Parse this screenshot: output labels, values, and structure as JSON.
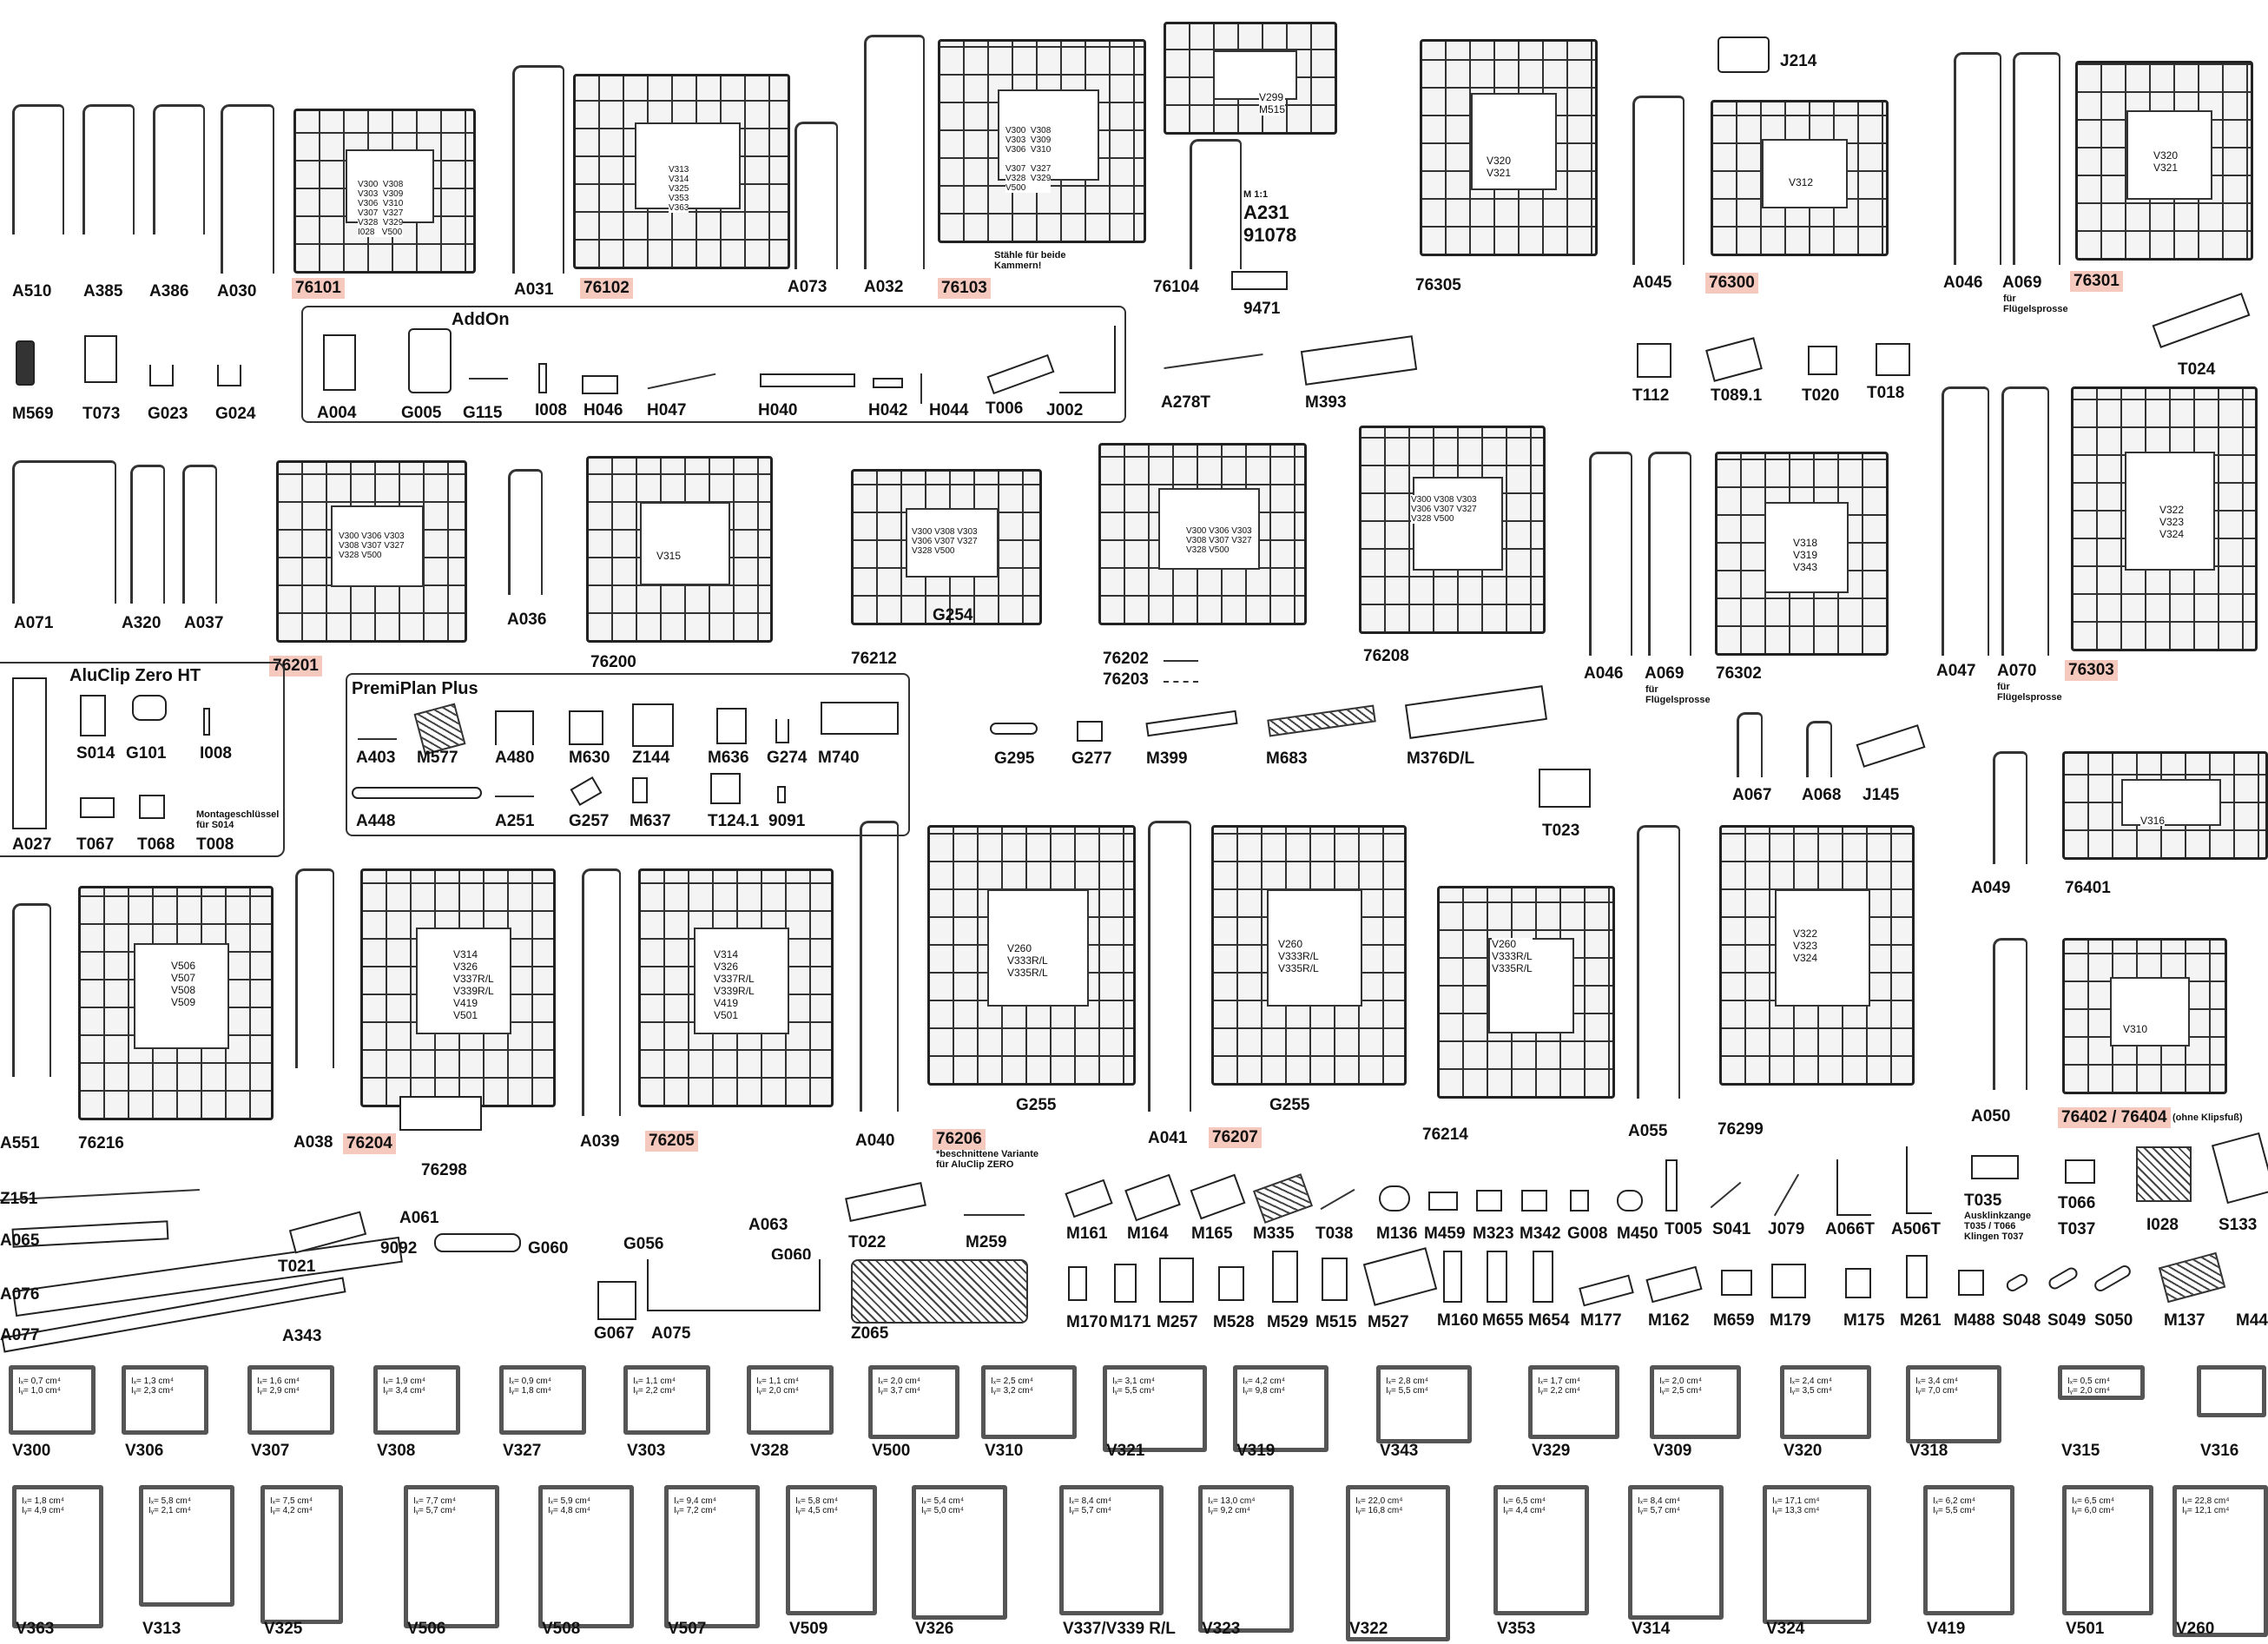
{
  "top_row": {
    "labels": [
      "A510",
      "A385",
      "A386",
      "A030",
      "76101",
      "A031",
      "76102",
      "A073",
      "A032",
      "76103",
      "76104",
      "76305",
      "A045",
      "76300",
      "A046",
      "A069",
      "76301",
      "J214",
      "9471"
    ],
    "notes": {
      "n76103": "Stähle für beide\nKammern!",
      "a231": "A231\n91078",
      "m1": "M 1:1",
      "fur1": "für\nFlügelsprosse"
    },
    "steel_refs": {
      "p76101": "V300  V308\nV303  V309\nV306  V310\nV307  V327\nV328  V329\nI028   V500",
      "p76102": "V313\nV314\nV325\nV353\nV363",
      "p76103": "V300  V308\nV303  V309\nV306  V310\n\nV307  V327\nV328  V329\nV500",
      "p76104": "V299\nM515",
      "p76305": "V320\nV321",
      "p76300": "V312",
      "p76301": "V320\nV321"
    }
  },
  "addon": {
    "title": "AddOn",
    "labels": [
      "A004",
      "G005",
      "G115",
      "I008",
      "H046",
      "H047",
      "H040",
      "H042",
      "H044",
      "T006",
      "J002"
    ]
  },
  "row2_misc": [
    "M569",
    "T073",
    "G023",
    "G024",
    "A278T",
    "M393",
    "T112",
    "T089.1",
    "T020",
    "T018",
    "T024"
  ],
  "row3": {
    "labels": [
      "A071",
      "A320",
      "A037",
      "76201",
      "A036",
      "76200",
      "76212",
      "G254",
      "76202",
      "76203",
      "76208",
      "A046",
      "A069",
      "76302",
      "A047",
      "A070",
      "76303"
    ],
    "notes": {
      "fur2": "für\nFlügelsprosse",
      "fur3": "für\nFlügelsprosse"
    },
    "steel_refs": {
      "p76201": "V300 V306 V303\nV308 V307 V327\nV328 V500",
      "p76200": "V315",
      "p76212": "V300 V308 V303\nV306 V307 V327\nV328 V500",
      "p76202": "V300 V306 V303\nV308 V307 V327\nV328 V500",
      "p76208": "V300 V308 V303\nV306 V307 V327\nV328 V500",
      "p76302": "V318\nV319\nV343",
      "p76303": "V322\nV323\nV324"
    }
  },
  "aluclip": {
    "title": "AluClip Zero HT",
    "labels": [
      "S014",
      "G101",
      "I008",
      "A027",
      "T067",
      "T068",
      "T008"
    ],
    "note": "Montageschlüssel\nfür S014"
  },
  "premiplan": {
    "title": "PremiPlan Plus",
    "labels": [
      "A403",
      "M577",
      "A480",
      "M630",
      "Z144",
      "M636",
      "G274",
      "M740",
      "A448",
      "A251",
      "G257",
      "M637",
      "T124.1",
      "9091"
    ]
  },
  "row4_misc": [
    "G295",
    "G277",
    "M399",
    "M683",
    "M376D/L",
    "T023",
    "A067",
    "A068",
    "J145"
  ],
  "row5": {
    "labels": [
      "A551",
      "76216",
      "A038",
      "76204",
      "76298",
      "A039",
      "76205",
      "A040",
      "76206",
      "A041",
      "76207",
      "G255",
      "G255",
      "76214",
      "A055",
      "76299",
      "A049",
      "76401",
      "A050",
      "76402 / 76404"
    ],
    "notes": {
      "n76206": "*beschnittene Variante\nfür AluClip ZERO",
      "n76404": "(ohne Klipsfuß)"
    },
    "steel_refs": {
      "p76216": "V506\nV507\nV508\nV509",
      "p76204": "V314\nV326\nV337R/L\nV339R/L\nV419\nV501",
      "p76205": "V314\nV326\nV337R/L\nV339R/L\nV419\nV501",
      "p76206": "V260\nV333R/L\nV335R/L",
      "p76207": "V260\nV333R/L\nV335R/L",
      "p76214": "V260\nV333R/L\nV335R/L",
      "p76299": "V322\nV323\nV324",
      "p76401": "V316",
      "p76402": "V310"
    }
  },
  "row6": {
    "labels": [
      "Z151",
      "A065",
      "A076",
      "A077",
      "T021",
      "A061",
      "9092",
      "G060",
      "A343",
      "G056",
      "A063",
      "G060",
      "G067",
      "A075",
      "T022",
      "M259",
      "Z065",
      "M161",
      "M164",
      "M165",
      "M335",
      "T038",
      "M136",
      "M459",
      "M323",
      "M342",
      "G008",
      "M450",
      "T005",
      "S041",
      "J079",
      "A066T",
      "A506T",
      "T035",
      "T066",
      "T037",
      "I028",
      "S133",
      "M170",
      "M171",
      "M257",
      "M528",
      "M529",
      "M515",
      "M527",
      "M160",
      "M655",
      "M654",
      "M177",
      "M162",
      "M659",
      "M179",
      "M175",
      "M261",
      "M488",
      "S048",
      "S049",
      "S050",
      "M137",
      "M44"
    ],
    "notes": {
      "t035": "Ausklinkzange\nT035 / T066\nKlingen T037"
    }
  },
  "steels_row1": [
    {
      "label": "V300",
      "vals": "Iₓ= 0,7 cm⁴\nIᵧ= 1,0 cm⁴"
    },
    {
      "label": "V306",
      "vals": "Iₓ= 1,3 cm⁴\nIᵧ= 2,3 cm⁴"
    },
    {
      "label": "V307",
      "vals": "Iₓ= 1,6 cm⁴\nIᵧ= 2,9 cm⁴"
    },
    {
      "label": "V308",
      "vals": "Iₓ= 1,9 cm⁴\nIᵧ= 3,4 cm⁴"
    },
    {
      "label": "V327",
      "vals": "Iₓ= 0,9 cm⁴\nIᵧ= 1,8 cm⁴"
    },
    {
      "label": "V303",
      "vals": "Iₓ= 1,1 cm⁴\nIᵧ= 2,2 cm⁴"
    },
    {
      "label": "V328",
      "vals": "Iₓ= 1,1 cm⁴\nIᵧ= 2,0 cm⁴"
    },
    {
      "label": "V500",
      "vals": "Iₓ= 2,0 cm⁴\nIᵧ= 3,7 cm⁴"
    },
    {
      "label": "V310",
      "vals": "Iₓ= 2,5 cm⁴\nIᵧ= 3,2 cm⁴"
    },
    {
      "label": "V321",
      "vals": "Iₓ= 3,1 cm⁴\nIᵧ= 5,5 cm⁴"
    },
    {
      "label": "V319",
      "vals": "Iₓ= 4,2 cm⁴\nIᵧ= 9,8 cm⁴"
    },
    {
      "label": "V343",
      "vals": "Iₓ= 2,8 cm⁴\nIᵧ= 5,5 cm⁴"
    },
    {
      "label": "V329",
      "vals": "Iₓ= 1,7 cm⁴\nIᵧ= 2,2 cm⁴"
    },
    {
      "label": "V309",
      "vals": "Iₓ= 2,0 cm⁴\nIᵧ= 2,5 cm⁴"
    },
    {
      "label": "V320",
      "vals": "Iₓ= 2,4 cm⁴\nIᵧ= 3,5 cm⁴"
    },
    {
      "label": "V318",
      "vals": "Iₓ= 3,4 cm⁴\nIᵧ= 7,0 cm⁴"
    },
    {
      "label": "V315",
      "vals": "Iₓ= 0,5 cm⁴\nIᵧ= 2,0 cm⁴"
    },
    {
      "label": "V316",
      "vals": ""
    }
  ],
  "steels_row2": [
    {
      "label": "V363",
      "vals": "Iₓ= 1,8 cm⁴\nIᵧ= 4,9 cm⁴"
    },
    {
      "label": "V313",
      "vals": "Iₓ= 5,8 cm⁴\nIᵧ= 2,1 cm⁴"
    },
    {
      "label": "V325",
      "vals": "Iₓ= 7,5 cm⁴\nIᵧ= 4,2 cm⁴"
    },
    {
      "label": "V506",
      "vals": "Iₓ= 7,7 cm⁴\nIᵧ= 5,7 cm⁴"
    },
    {
      "label": "V508",
      "vals": "Iₓ= 5,9 cm⁴\nIᵧ= 4,8 cm⁴"
    },
    {
      "label": "V507",
      "vals": "Iₓ= 9,4 cm⁴\nIᵧ= 7,2 cm⁴"
    },
    {
      "label": "V509",
      "vals": "Iₓ= 5,8 cm⁴\nIᵧ= 4,5 cm⁴"
    },
    {
      "label": "V326",
      "vals": "Iₓ= 5,4 cm⁴\nIᵧ= 5,0 cm⁴"
    },
    {
      "label": "V337/V339 R/L",
      "vals": "Iₓ= 8,4 cm⁴\nIᵧ= 5,7 cm⁴"
    },
    {
      "label": "V323",
      "vals": "Iₓ= 13,0 cm⁴\nIᵧ= 9,2 cm⁴"
    },
    {
      "label": "V322",
      "vals": "Iₓ= 22,0 cm⁴\nIᵧ= 16,8 cm⁴"
    },
    {
      "label": "V353",
      "vals": "Iₓ= 6,5 cm⁴\nIᵧ= 4,4 cm⁴"
    },
    {
      "label": "V314",
      "vals": "Iₓ= 8,4 cm⁴\nIᵧ= 5,7 cm⁴"
    },
    {
      "label": "V324",
      "vals": "Iₓ= 17,1 cm⁴\nIᵧ= 13,3 cm⁴"
    },
    {
      "label": "V419",
      "vals": "Iₓ= 6,2 cm⁴\nIᵧ= 5,5 cm⁴"
    },
    {
      "label": "V501",
      "vals": "Iₓ= 6,5 cm⁴\nIᵧ= 6,0 cm⁴"
    },
    {
      "label": "V260",
      "vals": "Iₓ= 22,8 cm⁴\nIᵧ= 12,1 cm⁴"
    }
  ]
}
